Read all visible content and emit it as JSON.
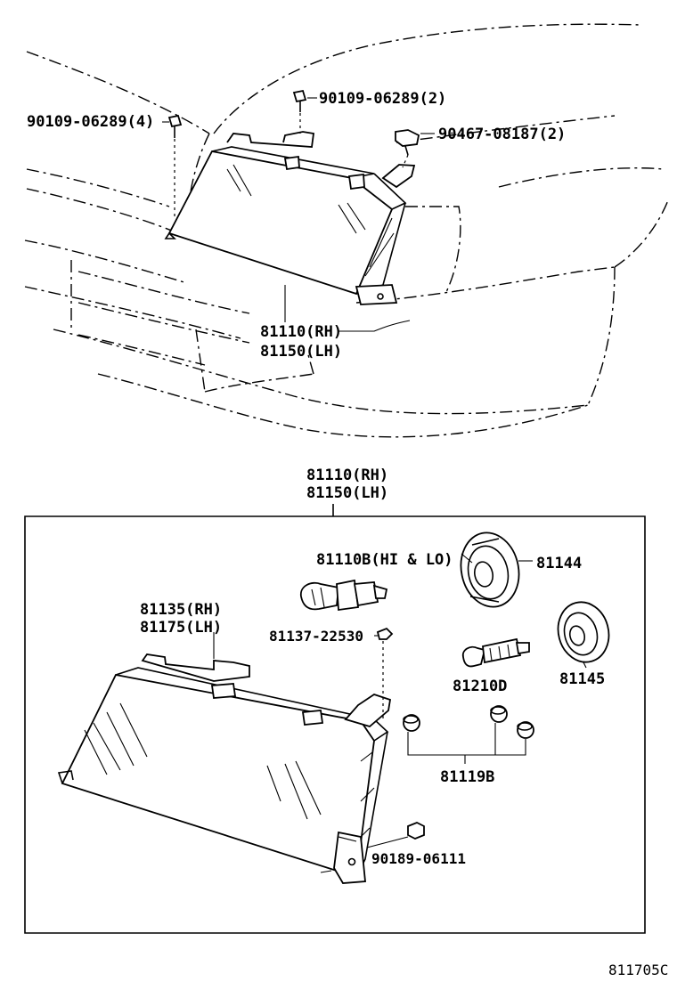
{
  "labels": {
    "bolt_left_4": "90109-06289(4)",
    "bolt_top_2": "90109-06289(2)",
    "clip_2": "90467-08187(2)",
    "assy_top_rh": "81110(RH)",
    "assy_top_lh": "81150(LH)",
    "assy_box_rh": "81110(RH)",
    "assy_box_lh": "81150(LH)",
    "bulb_hi_lo": "81110B(HI & LO)",
    "socket_cover_1": "81144",
    "socket_cover_2": "81145",
    "lens_rh": "81135(RH)",
    "lens_lh": "81175(LH)",
    "screw": "81137-22530",
    "bulb_small": "81210D",
    "grommets": "81119B",
    "nut": "90189-06111",
    "figure_code": "811705C"
  }
}
